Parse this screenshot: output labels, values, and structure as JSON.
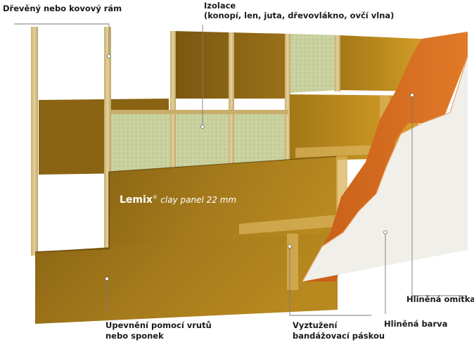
{
  "labels": {
    "frame": "Dřevěný nebo kovový rám",
    "insulation_title": "Izolace",
    "insulation_detail": "(konopí, len, juta, dřevovlákno, ovčí vlna)",
    "fasteners_line1": "Upevnění pomocí vrutů",
    "fasteners_line2": "nebo sponek",
    "tape_line1": "Vyztužení",
    "tape_line2": "bandážovací páskou",
    "clay_paint": "Hliněná barva",
    "clay_plaster": "Hliněná omítka"
  },
  "product": {
    "brand": "Lemix",
    "registered": "®",
    "name": "clay panel 22 mm"
  },
  "colors": {
    "panel": "#a87b1d",
    "panel_dark": "#7d5a10",
    "insulation": "#c6cf9a",
    "wood": "#d8c287",
    "plaster": "#d26f1f",
    "paint": "#f2f0ea",
    "leader": "#777777"
  }
}
